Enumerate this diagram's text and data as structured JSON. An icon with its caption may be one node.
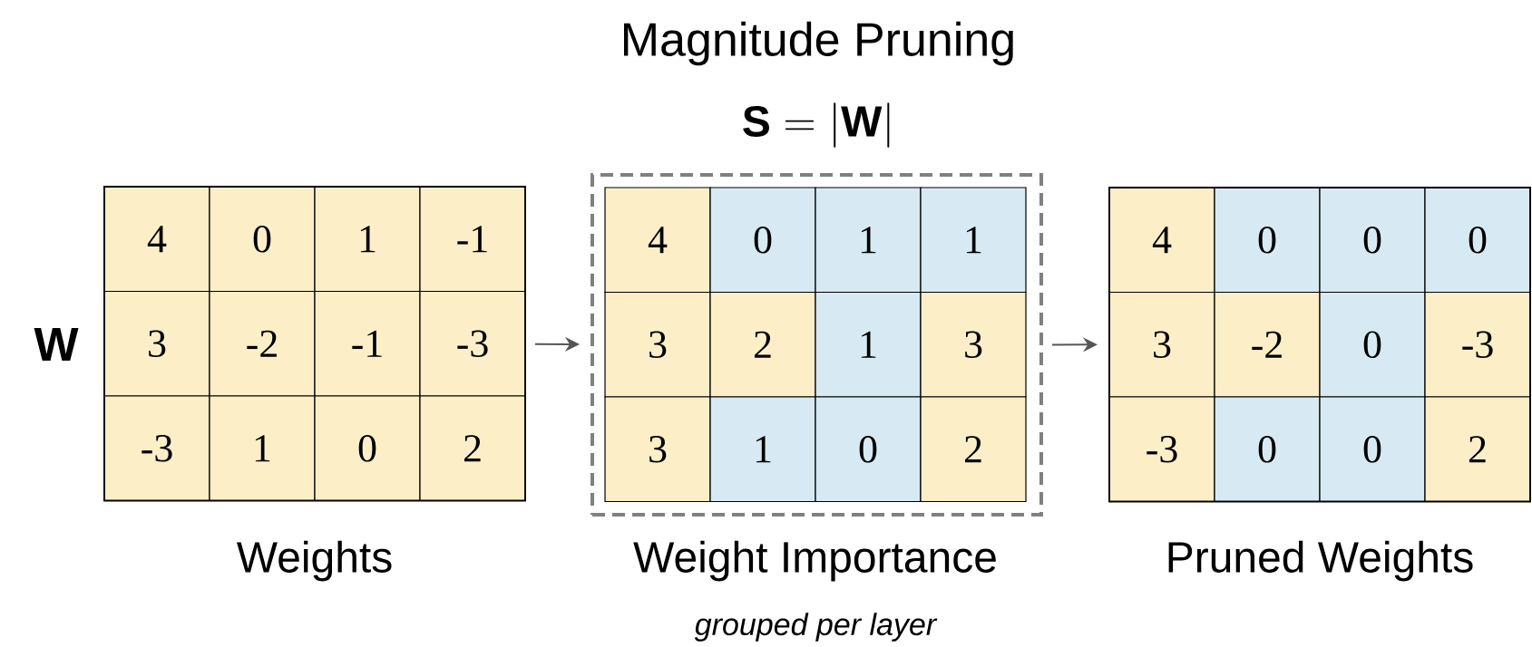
{
  "diagram": {
    "title": "Magnitude Pruning",
    "nodes": [
      {
        "text": [
          "Weights"
        ]
      },
      {
        "text": [
          "4"
        ],
        "in": 0
      },
      {
        "text": [
          "0"
        ],
        "in": 0
      },
      {
        "text": [
          "1"
        ],
        "in": 0
      },
      {
        "text": [
          "-1"
        ],
        "in": 0
      },
      {
        "text": [
          "3"
        ],
        "in": 0
      },
      {
        "text": [
          "-2"
        ],
        "in": 0
      },
      {
        "text": [
          "-1"
        ],
        "in": 0
      },
      {
        "text": [
          "-3"
        ],
        "in": 0
      },
      {
        "text": [
          "-3"
        ],
        "in": 0
      },
      {
        "text": [
          "1"
        ],
        "in": 0
      },
      {
        "text": [
          "0"
        ],
        "in": 0
      },
      {
        "text": [
          "2"
        ],
        "in": 0
      },
      {
        "text": [
          "Weight Importance"
        ],
        "beside": [
          "grouped per layer"
        ]
      },
      {
        "text": [
          "4"
        ],
        "in": 13
      },
      {
        "text": [
          "0"
        ],
        "in": 13
      },
      {
        "text": [
          "1"
        ],
        "in": 13
      },
      {
        "text": [
          "1"
        ],
        "in": 13
      },
      {
        "text": [
          "3"
        ],
        "in": 13
      },
      {
        "text": [
          "2"
        ],
        "in": 13
      },
      {
        "text": [
          "1"
        ],
        "in": 13
      },
      {
        "text": [
          "3"
        ],
        "in": 13
      },
      {
        "text": [
          "3"
        ],
        "in": 13
      },
      {
        "text": [
          "1"
        ],
        "in": 13
      },
      {
        "text": [
          "0"
        ],
        "in": 13
      },
      {
        "text": [
          "2"
        ],
        "in": 13
      },
      {
        "text": [
          "Pruned Weights"
        ]
      },
      {
        "text": [
          "4"
        ],
        "in": 26
      },
      {
        "text": [
          "0"
        ],
        "in": 26
      },
      {
        "text": [
          "0"
        ],
        "in": 26
      },
      {
        "text": [
          "0"
        ],
        "in": 26
      },
      {
        "text": [
          "3"
        ],
        "in": 26
      },
      {
        "text": [
          "-2"
        ],
        "in": 26
      },
      {
        "text": [
          "0"
        ],
        "in": 26
      },
      {
        "text": [
          "-3"
        ],
        "in": 26
      },
      {
        "text": [
          "-3"
        ],
        "in": 26
      },
      {
        "text": [
          "0"
        ],
        "in": 26
      },
      {
        "text": [
          "0"
        ],
        "in": 26
      },
      {
        "text": [
          "2"
        ],
        "in": 26
      }
    ],
    "edges": [
      {
        "from": 0,
        "to": 13,
        "arrow": "to"
      },
      {
        "from": 13,
        "to": 26,
        "arrow": "to"
      }
    ],
    "labels": [
      "\\mathbf{S} = |\\mathbf{W}|",
      "\\mathbf{W}"
    ]
  }
}
